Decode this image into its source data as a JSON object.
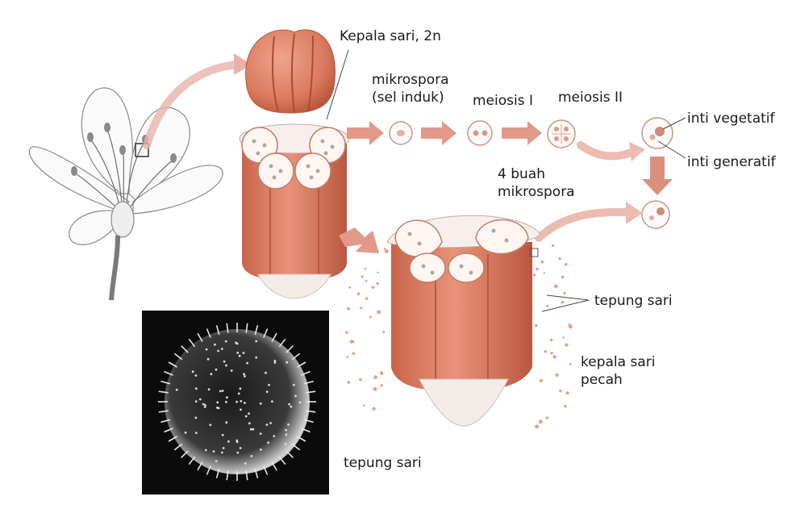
{
  "labels": {
    "anther_2n": "Kepala sari, 2n",
    "microspore_mother": "mikrospora\n(sel induk)",
    "meiosis_1": "meiosis I",
    "meiosis_2": "meiosis II",
    "vegetative_nucleus": "inti vegetatif",
    "generative_nucleus": "inti generatif",
    "four_microspores": "4 buah\nmikrospora",
    "pollen_dispersed": "tepung sari",
    "anther_burst": "kepala sari\npecah",
    "pollen_micrograph": "tepung sari"
  },
  "colors": {
    "anther_fill": "#d97a5e",
    "anther_dark": "#b9573e",
    "arrow": "#e2998a",
    "pollen_dot": "#e6a08f",
    "cell_outline": "#b97a6c",
    "background": "#ffffff"
  },
  "icons": {
    "flower": "flower-illustration",
    "anther_closed": "anther-closed-illustration",
    "anther_section": "anther-cross-section",
    "anther_open": "anther-burst-illustration",
    "pollen_grain": "pollen-micrograph"
  }
}
